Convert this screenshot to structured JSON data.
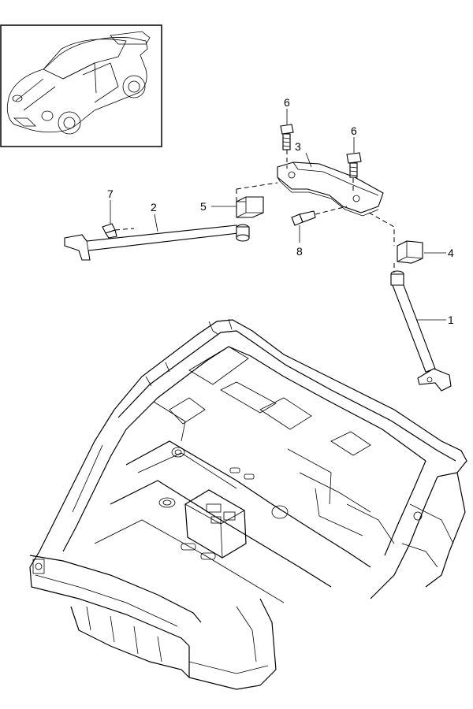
{
  "diagram": {
    "type": "exploded-parts-diagram",
    "callouts": [
      {
        "id": "c1",
        "number": "1"
      },
      {
        "id": "c2",
        "number": "2"
      },
      {
        "id": "c3",
        "number": "3"
      },
      {
        "id": "c4",
        "number": "4"
      },
      {
        "id": "c5",
        "number": "5"
      },
      {
        "id": "c6a",
        "number": "6"
      },
      {
        "id": "c6b",
        "number": "6"
      },
      {
        "id": "c7",
        "number": "7"
      },
      {
        "id": "c8",
        "number": "8"
      }
    ]
  }
}
